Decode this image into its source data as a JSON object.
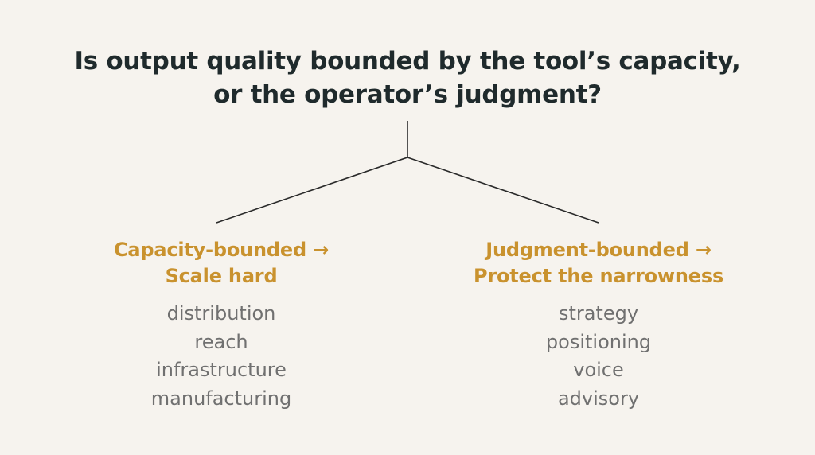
{
  "question": {
    "line1": "Is output quality bounded by the tool’s capacity,",
    "line2": "or the operator’s judgment?"
  },
  "branches": [
    {
      "title_line1": "Capacity-bounded →",
      "title_line2": "Scale hard",
      "items": [
        "distribution",
        "reach",
        "infrastructure",
        "manufacturing"
      ]
    },
    {
      "title_line1": "Judgment-bounded →",
      "title_line2": "Protect the narrowness",
      "items": [
        "strategy",
        "positioning",
        "voice",
        "advisory"
      ]
    }
  ],
  "colors": {
    "background": "#f6f3ee",
    "question_text": "#1f2a2c",
    "accent": "#c9922e",
    "item_text": "#707070",
    "line": "#2a2a2a"
  }
}
